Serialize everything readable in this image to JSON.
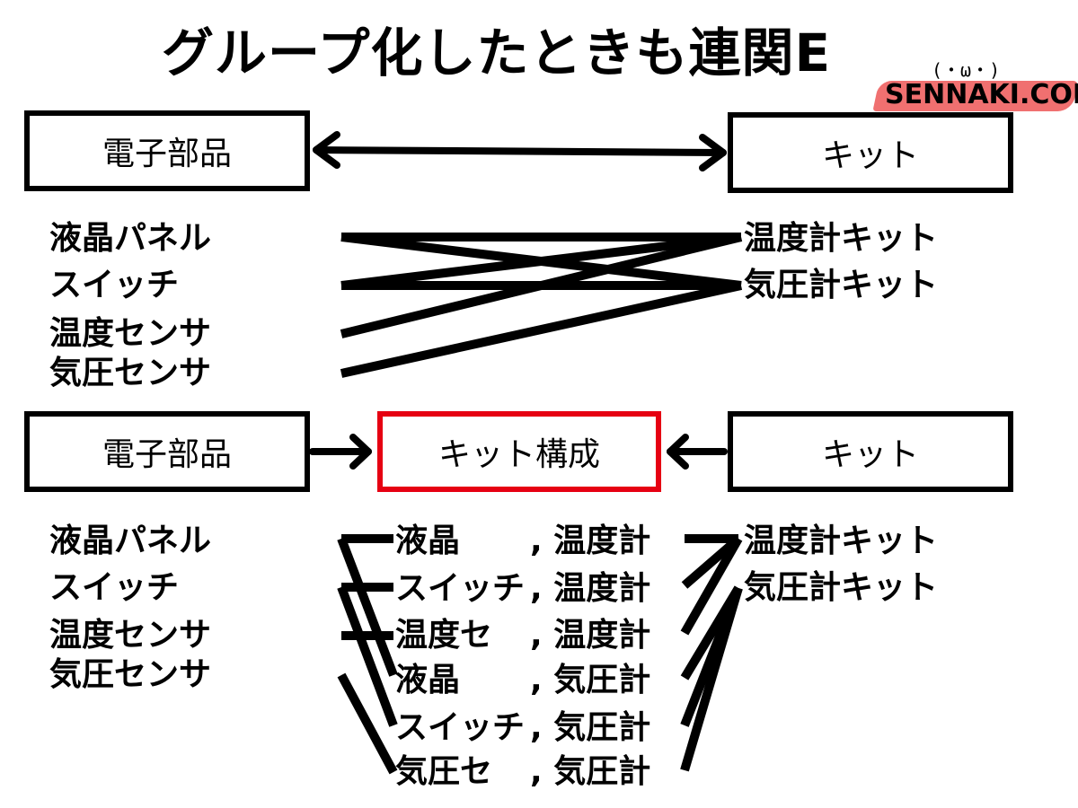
{
  "title": "グループ化したときも連関E",
  "logo": {
    "face": "(・ω・)",
    "name": "SENNAKI.COM",
    "brush_color": "#f07070"
  },
  "top": {
    "left_box": "電子部品",
    "right_box": "キット",
    "parts": [
      "液晶パネル",
      "スイッチ",
      "温度センサ",
      "気圧センサ"
    ],
    "kits": [
      "温度計キット",
      "気圧計キット"
    ]
  },
  "bottom": {
    "left_box": "電子部品",
    "middle_box": "キット構成",
    "right_box": "キット",
    "middle_box_color": "#e60012",
    "parts": [
      "液晶パネル",
      "スイッチ",
      "温度センサ",
      "気圧センサ"
    ],
    "combos": [
      {
        "part": "液晶",
        "kit": ", 温度計"
      },
      {
        "part": "スイッチ",
        "kit": ", 温度計"
      },
      {
        "part": "温度セ",
        "kit": ", 温度計"
      },
      {
        "part": "液晶",
        "kit": ", 気圧計"
      },
      {
        "part": "スイッチ",
        "kit": ", 気圧計"
      },
      {
        "part": "気圧セ",
        "kit": ", 気圧計"
      }
    ],
    "kits": [
      "温度計キット",
      "気圧計キット"
    ]
  }
}
